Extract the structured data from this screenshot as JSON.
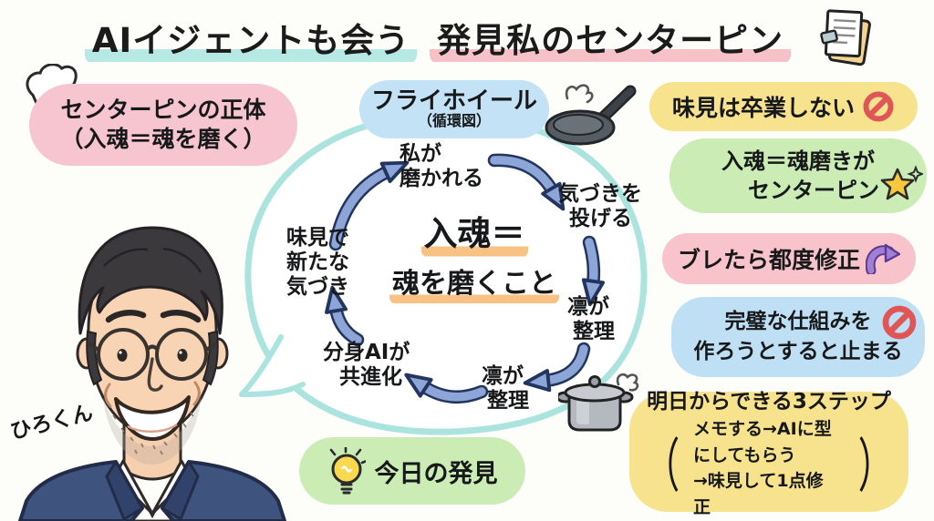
{
  "title": {
    "part1": "AIイジェントも会う",
    "part2": "発見私のセンターピン"
  },
  "left_bubble": {
    "line1": "センターピンの正体",
    "line2": "（入魂＝魂を磨く）"
  },
  "portrait": {
    "caption": "ひろくん"
  },
  "flywheel": {
    "label": "フライホイール",
    "label_sub": "（循環図）",
    "center": {
      "line1": "入魂＝",
      "line2": "魂を磨くこと"
    },
    "nodes": {
      "me": {
        "line1": "私が",
        "line2": "磨かれる"
      },
      "throw": {
        "line1": "気づきを",
        "line2": "投げる"
      },
      "rin1": {
        "line1": "凛が",
        "line2": "整理"
      },
      "rin2": {
        "line1": "凛が",
        "line2": "整理"
      },
      "ai": {
        "line1": "分身AIが",
        "line2": "共進化"
      },
      "taste": {
        "line1": "味見で",
        "line2": "新たな",
        "line3": "気づき"
      }
    }
  },
  "discovery": {
    "label": "今日の発見"
  },
  "notes": {
    "tasting": {
      "text": "味見は卒業しない"
    },
    "soul": {
      "line1": "入魂＝魂磨きが",
      "line2": "センターピン"
    },
    "fix": {
      "text": "ブレたら都度修正"
    },
    "perfect": {
      "line1": "完璧な仕組みを",
      "line2": "作ろうとすると止まる"
    },
    "steps": {
      "title": "明日からできる3ステップ",
      "line1": "メモする→AIに型にしてもらう",
      "line2": "→味見して1点修正",
      "paren_open": "（",
      "paren_close": "）"
    }
  },
  "colors": {
    "background": "#fdfdf9",
    "highlight_teal": "#b7e9e4",
    "highlight_pink": "#f6c2c7",
    "bubble_pink": "#f6c5d0",
    "pill_blue": "#c3e2f6",
    "pill_green": "#cbecb5",
    "pill_yellow": "#f7e28e",
    "pill_rose": "#f8c3cb",
    "pill_lightblue": "#bfdff4",
    "speech_outline": "#abe4df",
    "arrow_blue": "#8da5d7",
    "arrow_outline": "#22355e",
    "underline_orange": "#f7c283",
    "prohibit_red": "#e05656",
    "purple_arrow": "#a07fd8",
    "star_gold": "#f6c83c"
  }
}
